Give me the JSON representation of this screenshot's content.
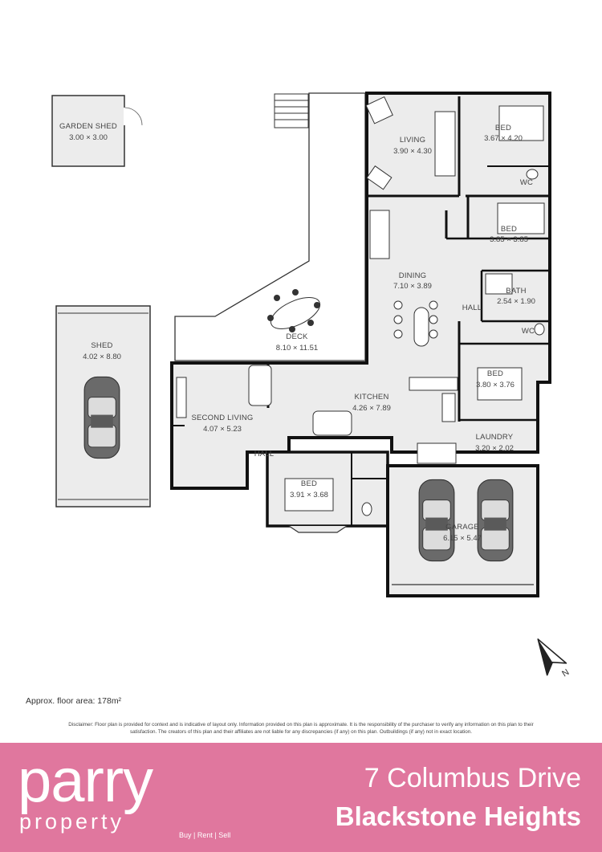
{
  "rooms": {
    "garden_shed": {
      "name": "GARDEN SHED",
      "dim": "3.00 × 3.00"
    },
    "shed": {
      "name": "SHED",
      "dim": "4.02 × 8.80"
    },
    "living": {
      "name": "LIVING",
      "dim": "3.90 × 4.30"
    },
    "bed1": {
      "name": "BED",
      "dim": "3.67 × 4.20"
    },
    "wc1": {
      "name": "WC"
    },
    "bed2": {
      "name": "BED",
      "dim": "3.85 × 3.85"
    },
    "dining": {
      "name": "DINING",
      "dim": "7.10 × 3.89"
    },
    "bath": {
      "name": "BATH",
      "dim": "2.54 × 1.90"
    },
    "hall1": {
      "name": "HALL"
    },
    "wc2": {
      "name": "WC"
    },
    "deck": {
      "name": "DECK",
      "dim": "8.10 × 11.51"
    },
    "bed3": {
      "name": "BED",
      "dim": "3.80 × 3.76"
    },
    "kitchen": {
      "name": "KITCHEN",
      "dim": "4.26 × 7.89"
    },
    "second_living": {
      "name": "SECOND LIVING",
      "dim": "4.07 × 5.23"
    },
    "laundry": {
      "name": "LAUNDRY",
      "dim": "3.20 × 2.02"
    },
    "hall2": {
      "name": "HALL"
    },
    "bed4": {
      "name": "BED",
      "dim": "3.91 × 3.68"
    },
    "garage": {
      "name": "GARAGE",
      "dim": "6.15 × 5.47"
    }
  },
  "compass": {
    "label": "N"
  },
  "floor_area": {
    "text": "Approx. floor area: 178m²"
  },
  "disclaimer": "Disclaimer: Floor plan is provided for context and is indicative of layout only. Information provided on this plan is approximate. It is the responsibility of the purchaser to verify any information on this plan to their satisfaction. The creators of this plan and their affiliates are not liable for any discrepancies (if any) on this plan. Outbuildings (if any) not in exact location.",
  "brand": {
    "name": "parry",
    "sub": "property",
    "tagline": "Buy | Rent | Sell"
  },
  "address": {
    "line1": "7 Columbus Drive",
    "line2": "Blackstone Heights"
  },
  "colors": {
    "brand_pink": "#e0779e",
    "wall": "#1a1a1a",
    "floor_fill": "#ececec"
  }
}
